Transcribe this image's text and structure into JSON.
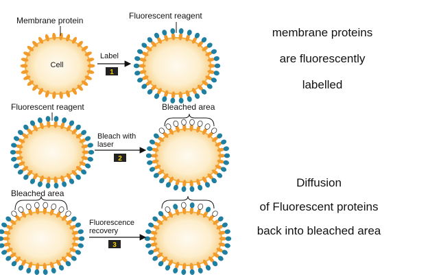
{
  "labels": {
    "membrane_protein": "Membrane protein",
    "fluorescent_reagent_top": "Fluorescent reagent",
    "cell": "Cell",
    "label_step": "Label",
    "fluorescent_reagent_left": "Fluorescent reagent",
    "bleached_area_1": "Bleached area",
    "bleach_with": "Bleach with",
    "laser": "laser",
    "bleached_area_2": "Bleached area",
    "fluorescence": "Fluorescence",
    "recovery": "recovery"
  },
  "steps": [
    "1",
    "2",
    "3"
  ],
  "notes": {
    "line1": "membrane proteins",
    "line2": "are fluorescently",
    "line3": "labelled",
    "line4": "Diffusion",
    "line5": "of Fluorescent proteins",
    "line6": "back into bleached area"
  },
  "colors": {
    "cell_fill": "#fdf1d8",
    "membrane": "#f4b03c",
    "protein": "#f39a2c",
    "fluorescent": "#1f7fa0",
    "bleached": "#ffffff",
    "step_box": "#222222",
    "step_text": "#f2d000"
  }
}
